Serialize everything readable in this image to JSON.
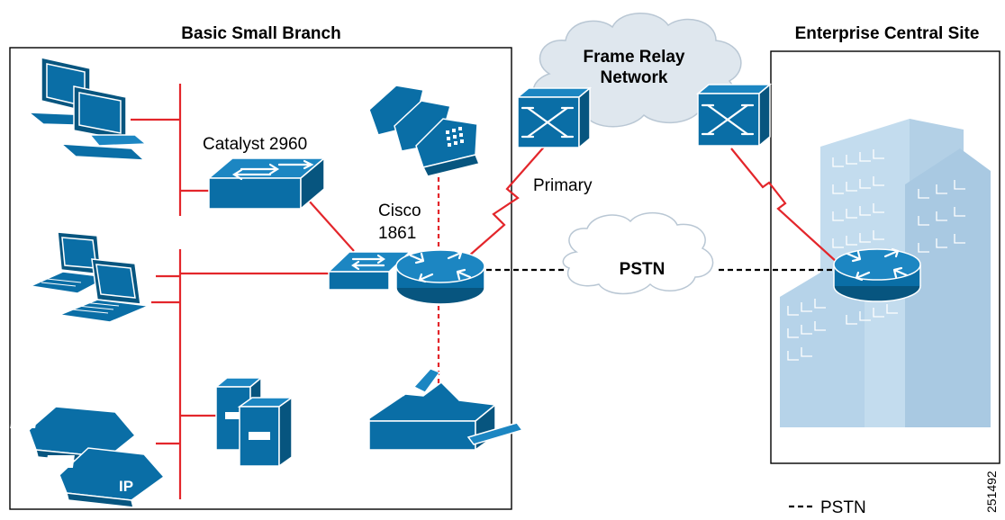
{
  "branch": {
    "title": "Basic Small Branch"
  },
  "central": {
    "title": "Enterprise Central Site"
  },
  "devices": {
    "catalyst": "Catalyst 2960",
    "cisco_line1": "Cisco",
    "cisco_line2": "1861"
  },
  "links": {
    "primary": "Primary"
  },
  "clouds": {
    "frame_relay_line1": "Frame Relay",
    "frame_relay_line2": "Network",
    "pstn": "PSTN"
  },
  "ip_phone_label": "IP",
  "legend": {
    "pstn": "PSTN"
  },
  "figure_id": "251492",
  "colors": {
    "device_blue": "#0a6ea6",
    "link_red": "#e3262b",
    "building_blue": "#c3dcee",
    "cloud_fill": "#dfe7ee"
  }
}
